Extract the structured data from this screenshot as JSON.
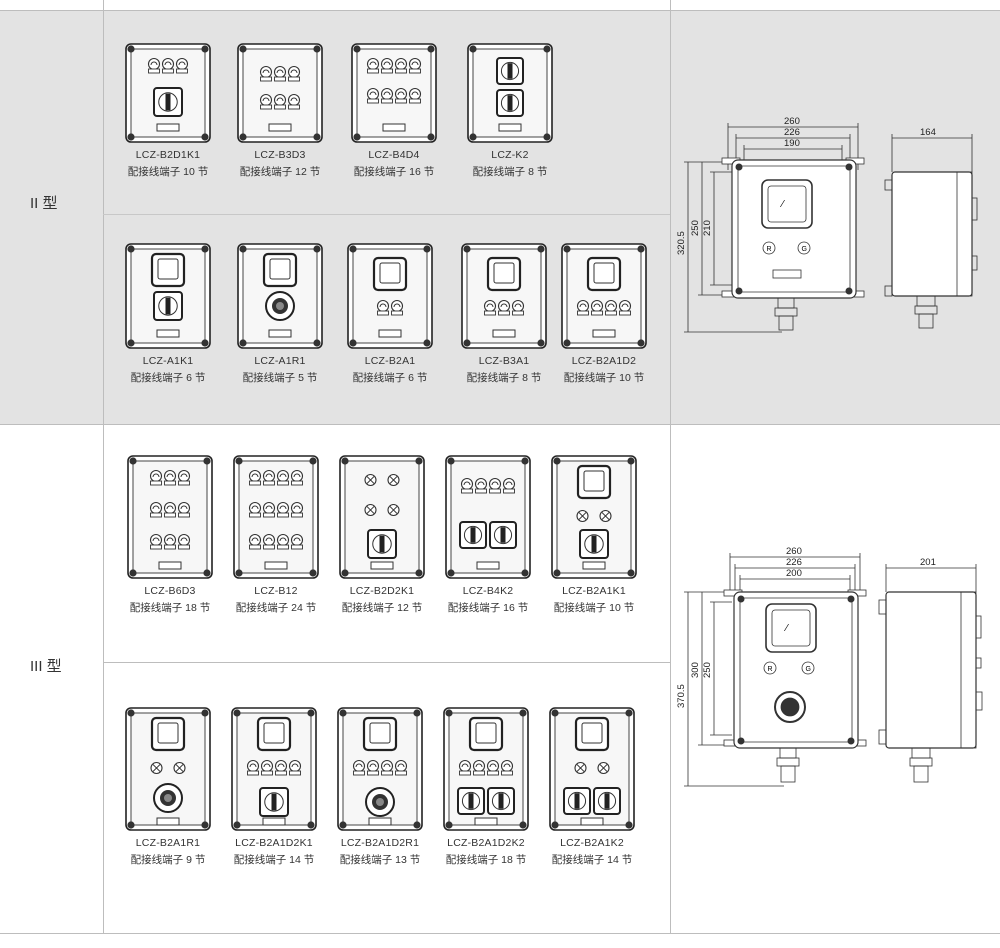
{
  "types": [
    {
      "label": "II 型",
      "rows": [
        [
          {
            "name": "LCZ-B2D1K1",
            "desc": "配接线端子 10 节",
            "layout": "b2d1k1"
          },
          {
            "name": "LCZ-B3D3",
            "desc": "配接线端子 12 节",
            "layout": "b3d3"
          },
          {
            "name": "LCZ-B4D4",
            "desc": "配接线端子 16 节",
            "layout": "b4d4"
          },
          {
            "name": "LCZ-K2",
            "desc": "配接线端子 8 节",
            "layout": "k2"
          }
        ],
        [
          {
            "name": "LCZ-A1K1",
            "desc": "配接线端子 6 节",
            "layout": "a1k1"
          },
          {
            "name": "LCZ-A1R1",
            "desc": "配接线端子 5 节",
            "layout": "a1r1"
          },
          {
            "name": "LCZ-B2A1",
            "desc": "配接线端子 6 节",
            "layout": "b2a1"
          },
          {
            "name": "LCZ-B3A1",
            "desc": "配接线端子 8 节",
            "layout": "b3a1"
          },
          {
            "name": "LCZ-B2A1D2",
            "desc": "配接线端子 10 节",
            "layout": "b2a1d2"
          }
        ]
      ],
      "drawing": {
        "front_widths": [
          "260",
          "226",
          "190"
        ],
        "front_heights": [
          "320.5",
          "250",
          "210"
        ],
        "side_depth": "164"
      }
    },
    {
      "label": "III 型",
      "rows": [
        [
          {
            "name": "LCZ-B6D3",
            "desc": "配接线端子 18 节",
            "layout": "b6d3"
          },
          {
            "name": "LCZ-B12",
            "desc": "配接线端子 24 节",
            "layout": "b12"
          },
          {
            "name": "LCZ-B2D2K1",
            "desc": "配接线端子 12 节",
            "layout": "b2d2k1"
          },
          {
            "name": "LCZ-B4K2",
            "desc": "配接线端子 16 节",
            "layout": "b4k2"
          },
          {
            "name": "LCZ-B2A1K1",
            "desc": "配接线端子 10 节",
            "layout": "b2a1k1"
          }
        ],
        [
          {
            "name": "LCZ-B2A1R1",
            "desc": "配接线端子 9 节",
            "layout": "b2a1r1"
          },
          {
            "name": "LCZ-B2A1D2K1",
            "desc": "配接线端子 14 节",
            "layout": "b2a1d2k1"
          },
          {
            "name": "LCZ-B2A1D2R1",
            "desc": "配接线端子 13 节",
            "layout": "b2a1d2r1"
          },
          {
            "name": "LCZ-B2A1D2K2",
            "desc": "配接线端子 18 节",
            "layout": "b2a1d2k2"
          },
          {
            "name": "LCZ-B2A1K2",
            "desc": "配接线端子 14 节",
            "layout": "b2a1k2"
          }
        ]
      ],
      "drawing": {
        "front_widths": [
          "260",
          "226",
          "200"
        ],
        "front_heights": [
          "370.5",
          "300",
          "250"
        ],
        "side_depth": "201"
      }
    }
  ],
  "drawing_labels": {
    "ammeter_glyph": "⁄",
    "lamp_r": "R",
    "lamp_g": "G"
  }
}
